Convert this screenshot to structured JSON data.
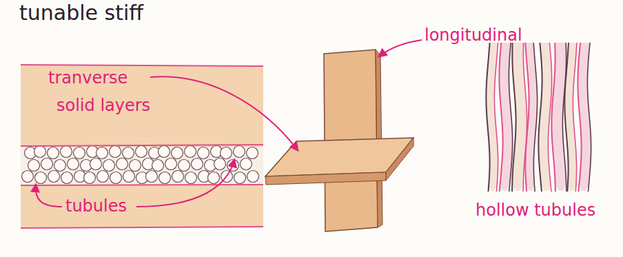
{
  "diagram": {
    "labels": [
      "tunable stiff",
      "tranverse",
      "solid layers",
      "tubules",
      "longitudinal",
      "hollow tubules"
    ]
  }
}
